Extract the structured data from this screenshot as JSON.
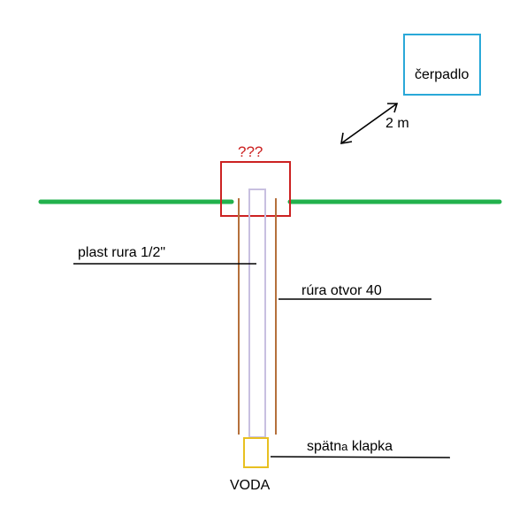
{
  "labels": {
    "pump": "čerpadlo",
    "distance": "2 m",
    "unknown": "???",
    "plastic_pipe": "plast rura 1/2\"",
    "casing_pipe": "rúra otvor 40",
    "check_valve_main": "spätn",
    "check_valve_small": "a",
    "check_valve_rest": " klapka",
    "water": "VODA"
  },
  "colors": {
    "ground": "#22b14c",
    "pump_box": "#2aa8d8",
    "unknown_box": "#cc2222",
    "casing": "#b5703c",
    "plastic_pipe": "#c8c0e0",
    "valve": "#e8c020",
    "water_text": "#2aa8d8",
    "text": "#000000"
  }
}
